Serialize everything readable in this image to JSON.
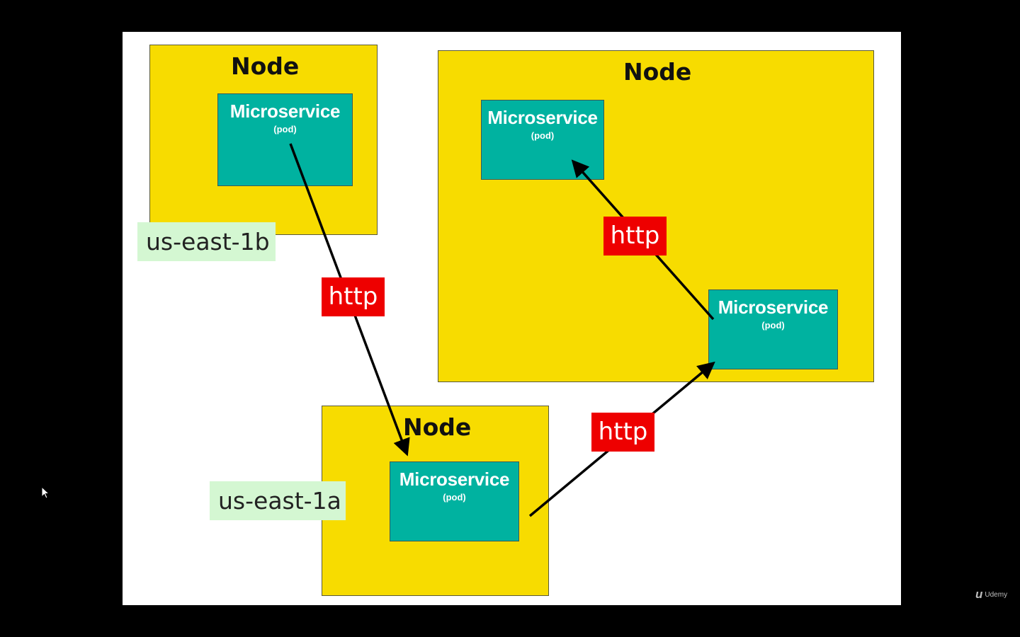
{
  "nodes": [
    {
      "title": "Node"
    },
    {
      "title": "Node"
    },
    {
      "title": "Node"
    }
  ],
  "pods": [
    {
      "title": "Microservice",
      "sub": "(pod)"
    },
    {
      "title": "Microservice",
      "sub": "(pod)"
    },
    {
      "title": "Microservice",
      "sub": "(pod)"
    },
    {
      "title": "Microservice",
      "sub": "(pod)"
    }
  ],
  "zones": {
    "b": "us-east-1b",
    "a": "us-east-1a"
  },
  "http_labels": [
    "http",
    "http",
    "http"
  ],
  "watermark": {
    "logo_letter": "u",
    "text": "Udemy"
  },
  "colors": {
    "node": "#f7dc00",
    "pod": "#00b2a0",
    "http": "#ee0000",
    "zone": "#d4f7d2",
    "background": "#000000",
    "slide": "#ffffff"
  },
  "icons": [
    "mouse-cursor-icon",
    "udemy-logo-icon"
  ]
}
